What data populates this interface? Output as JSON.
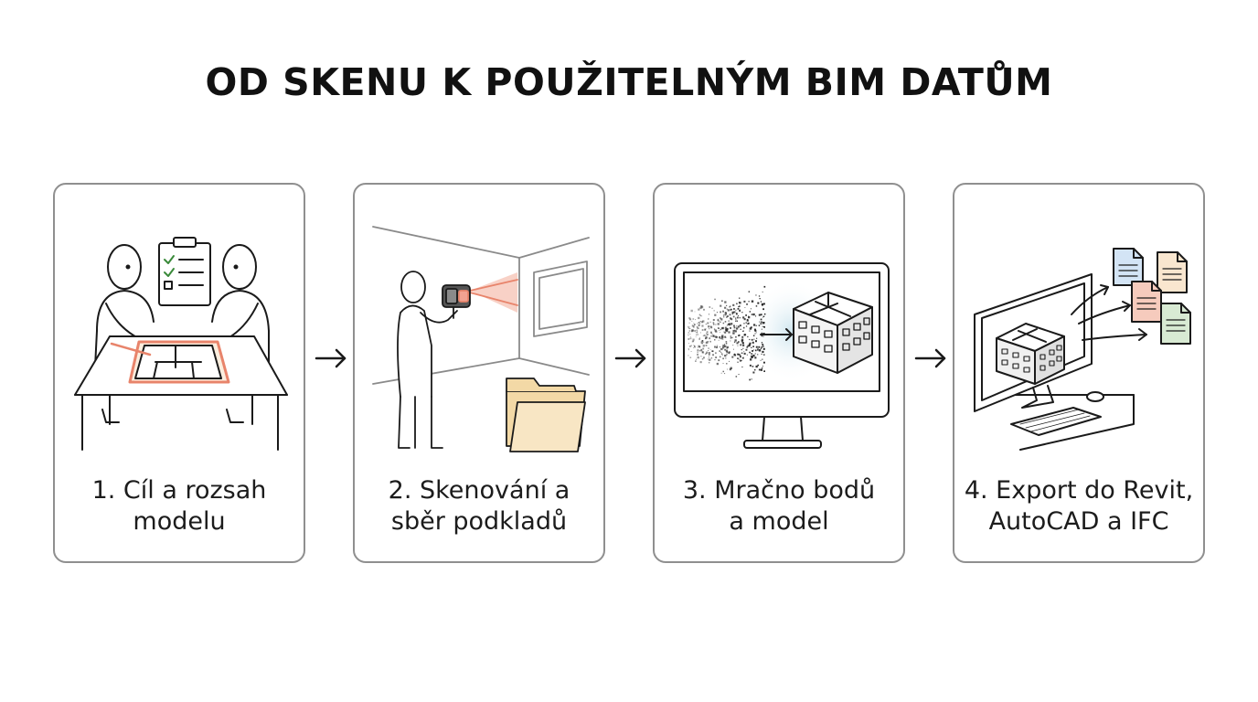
{
  "title": "OD SKENU K POUŽITELNÝM BIM DATŮM",
  "steps": [
    {
      "line1": "1. Cíl a rozsah",
      "line2": "modelu",
      "illustration": "planning-team-icon"
    },
    {
      "line1": "2. Skenování a",
      "line2": "sběr podkladů",
      "illustration": "laser-scanning-icon"
    },
    {
      "line1": "3. Mračno bodů",
      "line2": "a model",
      "illustration": "point-cloud-monitor-icon"
    },
    {
      "line1": "4. Export do Revit,",
      "line2": "AutoCAD a IFC",
      "illustration": "export-computer-icon"
    }
  ],
  "colors": {
    "card_border": "#8f8f8f",
    "stroke": "#1a1a1a",
    "laser": "#e8846b",
    "folder": "#f3d9a6",
    "doc_blue": "#d3e4f5",
    "doc_peach": "#f9e6cf",
    "doc_red": "#f6cbbd",
    "doc_green": "#d8ead3"
  }
}
